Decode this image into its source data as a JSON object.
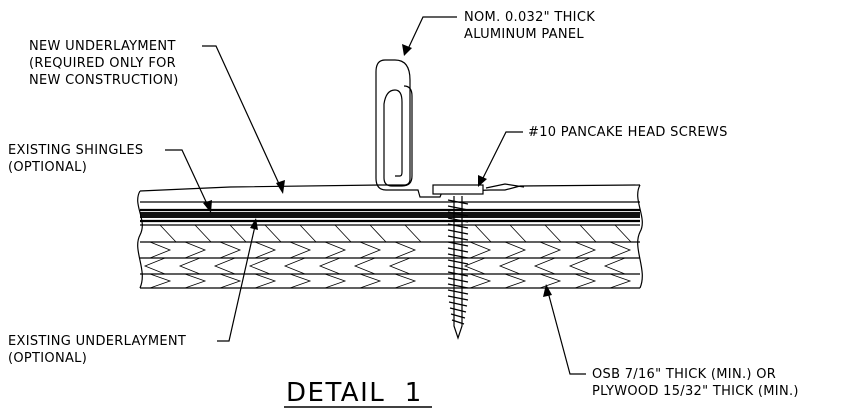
{
  "labels": {
    "panel": [
      "NOM. 0.032\" THICK",
      "ALUMINUM PANEL"
    ],
    "new_underlayment": [
      "NEW UNDERLAYMENT",
      "(REQUIRED ONLY FOR",
      "NEW CONSTRUCTION)"
    ],
    "screws": [
      "#10 PANCAKE HEAD SCREWS"
    ],
    "shingles": [
      "EXISTING SHINGLES",
      "(OPTIONAL)"
    ],
    "existing_underlayment": [
      "EXISTING UNDERLAYMENT",
      "(OPTIONAL)"
    ],
    "deck": [
      "OSB 7/16\" THICK (MIN.) OR",
      "PLYWOOD 15/32\" THICK (MIN.)"
    ]
  },
  "title": "DETAIL  1"
}
